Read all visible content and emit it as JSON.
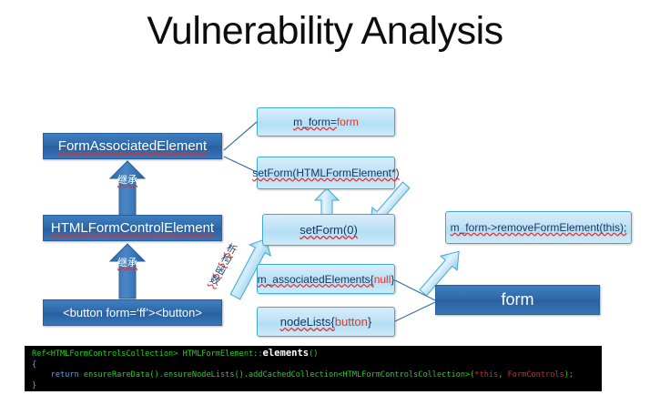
{
  "slide": {
    "title": "Vulnerability Analysis"
  },
  "nodes": {
    "form_associated_element": "FormAssociatedElement",
    "html_form_control_element": "HTMLFormControlElement",
    "button_markup": "<button form=‘ff’><button>",
    "m_form_assign_prefix": "m_form=",
    "m_form_assign_value": "form",
    "set_form_html_form_element": "setForm(HTMLFormElement*)",
    "set_form_zero": "setForm(0)",
    "m_associated_elements_prefix": "m_associatedElements{",
    "m_associated_elements_value": "null",
    "m_associated_elements_suffix": "}",
    "node_lists_prefix": "nodeLists{",
    "node_lists_value": "button",
    "node_lists_suffix": "}",
    "remove_form_element": "m_form->removeFormElement(this);",
    "form": "form"
  },
  "arrows": {
    "inherit_upper": "继承",
    "inherit_lower": "继承",
    "destructor": "析构函数"
  },
  "code": {
    "line1": {
      "sig_ref": "Ref<HTMLFormControlsCollection> HTMLFormElement::",
      "fn_name": "elements",
      "parens": "()"
    },
    "line2": "{",
    "line3": {
      "keyword": "return",
      "body": " ensureRareData().ensureNodeLists().addCachedCollection",
      "generic": "<HTMLFormControlsCollection>",
      "open": "(",
      "arg1": "*this",
      "comma": ", ",
      "arg2": "FormControls",
      "close": ");"
    },
    "line4": "}"
  },
  "colors": {
    "dark_box": "#2e68a8",
    "light_box": "#bfe3f6",
    "light_box_border": "#3fa9d4",
    "accent_red": "#e8352a",
    "code_bg": "#000000",
    "code_green": "#1fd41f",
    "code_blue": "#4aa3ff",
    "code_red": "#d62b2b"
  }
}
